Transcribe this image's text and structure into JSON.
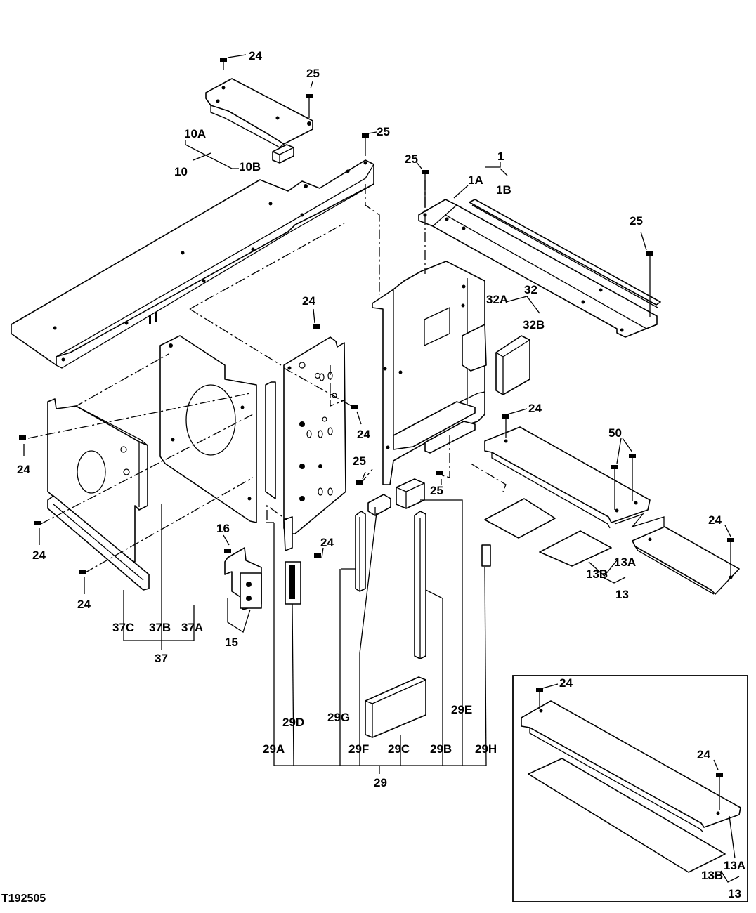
{
  "figure_id": "T192505",
  "labels": {
    "l1": "1",
    "l1A": "1A",
    "l1B": "1B",
    "l10": "10",
    "l10A": "10A",
    "l10B": "10B",
    "l13": "13",
    "l13A": "13A",
    "l13B": "13B",
    "l15": "15",
    "l16": "16",
    "l24": "24",
    "l25": "25",
    "l29": "29",
    "l29A": "29A",
    "l29B": "29B",
    "l29C": "29C",
    "l29D": "29D",
    "l29E": "29E",
    "l29F": "29F",
    "l29G": "29G",
    "l29H": "29H",
    "l32": "32",
    "l32A": "32A",
    "l32B": "32B",
    "l37": "37",
    "l37A": "37A",
    "l37B": "37B",
    "l37C": "37C",
    "l50": "50"
  },
  "inset": {
    "l24": "24",
    "l13": "13",
    "l13A": "13A",
    "l13B": "13B"
  }
}
